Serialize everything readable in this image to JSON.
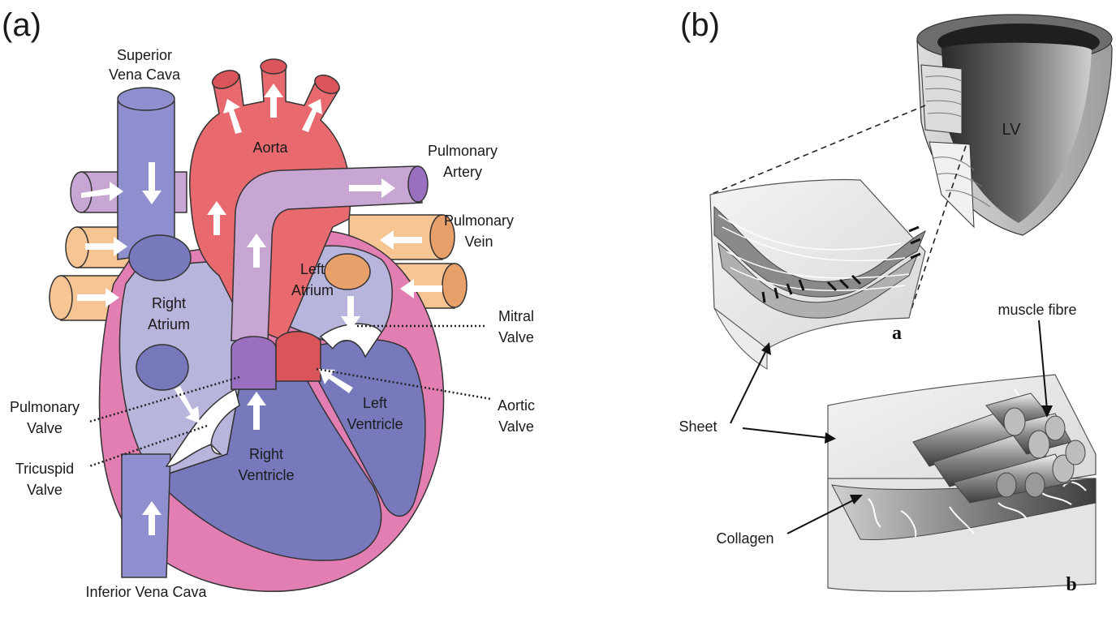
{
  "panels": {
    "a": {
      "label": "(a)"
    },
    "b": {
      "label": "(b)"
    }
  },
  "heart": {
    "superior_vena_cava": [
      "Superior",
      "Vena Cava"
    ],
    "aorta": "Aorta",
    "pulmonary_artery": [
      "Pulmonary",
      "Artery"
    ],
    "pulmonary_vein": [
      "Pulmonary",
      "Vein"
    ],
    "left_atrium": [
      "Left",
      "Atrium"
    ],
    "right_atrium": [
      "Right",
      "Atrium"
    ],
    "mitral_valve": [
      "Mitral",
      "Valve"
    ],
    "aortic_valve": [
      "Aortic",
      "Valve"
    ],
    "pulmonary_valve": [
      "Pulmonary",
      "Valve"
    ],
    "tricuspid_valve": [
      "Tricuspid",
      "Valve"
    ],
    "left_ventricle": [
      "Left",
      "Ventricle"
    ],
    "right_ventricle": [
      "Right",
      "Ventricle"
    ],
    "inferior_vena_cava": "Inferior Vena Cava"
  },
  "tissue": {
    "lv": "LV",
    "sub_a": "a",
    "sub_b": "b",
    "muscle_fibre": "muscle fibre",
    "sheet": "Sheet",
    "collagen": "Collagen"
  },
  "colors": {
    "vein_blue": "#8f8fd0",
    "chamber_blue": "#7878bd",
    "artery_red": "#e86a6e",
    "pulmonary_lilac": "#c7a6d4",
    "pulm_vein_orange": "#f7c493",
    "wall_pink": "#e37eb3",
    "atrium_light": "#b8b5dc",
    "gray_dark": "#555555",
    "gray_light": "#e6e6e6"
  }
}
